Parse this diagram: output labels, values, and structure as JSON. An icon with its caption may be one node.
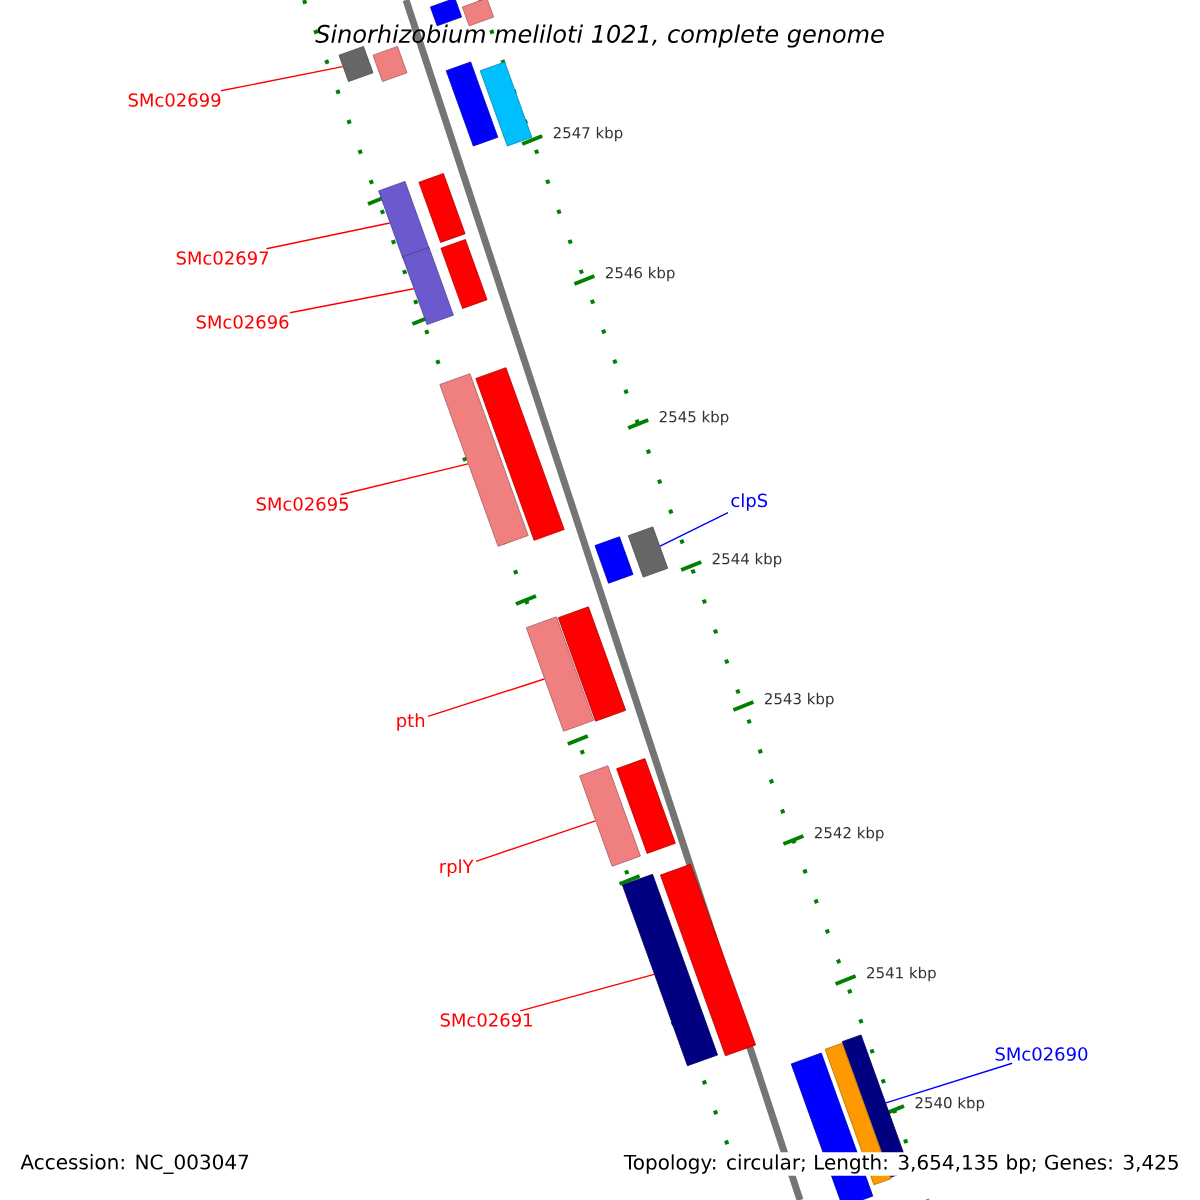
{
  "diagram": {
    "title": "Sinorhizobium meliloti 1021, complete genome",
    "nodes": [
      {
        "text": [
          "SMc02699"
        ]
      },
      {
        "text": [],
        "shape": "bar"
      },
      {
        "text": [
          "SMc02697"
        ]
      },
      {
        "text": [],
        "shape": "bar"
      },
      {
        "text": [
          "SMc02696"
        ]
      },
      {
        "text": [],
        "shape": "bar"
      },
      {
        "text": [
          "SMc02695"
        ]
      },
      {
        "text": [],
        "shape": "bar"
      },
      {
        "text": [
          "clpS"
        ]
      },
      {
        "text": [],
        "shape": "bar"
      },
      {
        "text": [
          "pth"
        ]
      },
      {
        "text": [],
        "shape": "bar"
      },
      {
        "text": [
          "rplY"
        ]
      },
      {
        "text": [],
        "shape": "bar"
      },
      {
        "text": [
          "SMc02691"
        ]
      },
      {
        "text": [],
        "shape": "bar"
      },
      {
        "text": [
          "SMc02690"
        ]
      },
      {
        "text": [],
        "shape": "bar"
      },
      {
        "text": [],
        "shape": "bar"
      },
      {
        "text": [],
        "shape": "bar"
      },
      {
        "text": [],
        "shape": "bar"
      },
      {
        "text": [],
        "shape": "bar"
      },
      {
        "text": [],
        "shape": "bar"
      },
      {
        "text": [],
        "shape": "bar"
      },
      {
        "text": [],
        "shape": "bar"
      },
      {
        "text": [],
        "shape": "bar"
      },
      {
        "text": [],
        "shape": "bar"
      },
      {
        "text": [],
        "shape": "bar"
      },
      {
        "text": [],
        "shape": "bar"
      },
      {
        "text": [],
        "shape": "bar"
      },
      {
        "text": [],
        "shape": "bar"
      },
      {
        "text": [],
        "shape": "bar"
      }
    ],
    "edges": [
      {
        "from": 0,
        "to": 1,
        "arrow": "none"
      },
      {
        "from": 2,
        "to": 3,
        "arrow": "none"
      },
      {
        "from": 4,
        "to": 5,
        "arrow": "none"
      },
      {
        "from": 6,
        "to": 7,
        "arrow": "none"
      },
      {
        "from": 8,
        "to": 9,
        "arrow": "none",
        "color": "#0000ff"
      },
      {
        "from": 10,
        "to": 11,
        "arrow": "none"
      },
      {
        "from": 12,
        "to": 13,
        "arrow": "none"
      },
      {
        "from": 14,
        "to": 15,
        "arrow": "none"
      },
      {
        "from": 16,
        "to": 17,
        "arrow": "none",
        "color": "#0000ff"
      }
    ],
    "labels": [
      "2547 kbp",
      "2546 kbp",
      "2545 kbp",
      "2544 kbp",
      "2543 kbp",
      "2542 kbp",
      "2541 kbp",
      "2540 kbp",
      "Accession: NC_003047",
      "Topology: circular; Length: 3,654,135 bp; Genes: 3,425"
    ]
  }
}
